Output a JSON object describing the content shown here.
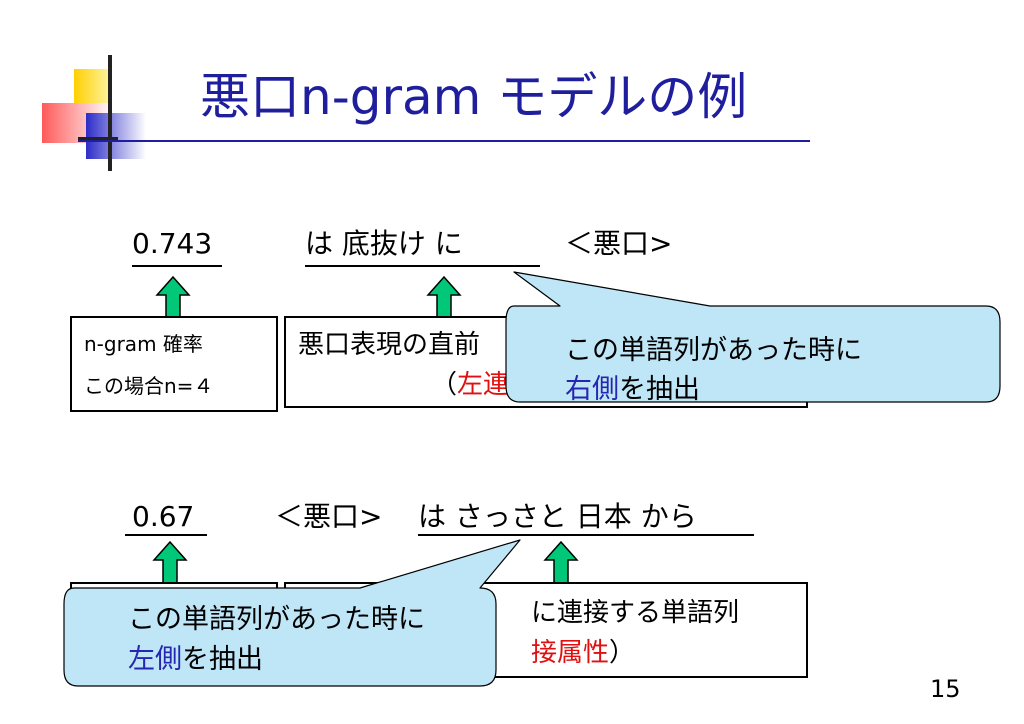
{
  "title": "悪口n-gram モデルの例",
  "example1": {
    "prob": "0.743",
    "words": "は 底抜け に",
    "tag": "＜悪口>",
    "ngram_line1": "n-gram 確率",
    "ngram_line2": "この場合n=４",
    "desc_line1": "悪口表現の直前",
    "desc_open": "（",
    "desc_red": "左連",
    "callout_line1": "この単語列があった時に",
    "callout_blue": "右側",
    "callout_rest": "を抽出"
  },
  "example2": {
    "prob": "0.67",
    "tag": "＜悪口>",
    "words": "は さっさと 日本 から",
    "desc_line1": "に連接する単語列",
    "desc_red": "接属性",
    "desc_close": "）",
    "callout_line1": "この単語列があった時に",
    "callout_blue": "左側",
    "callout_rest": "を抽出"
  },
  "page_number": "15",
  "colors": {
    "title": "#1f1f9e",
    "red": "#e01010",
    "blue": "#2626b0",
    "arrow": "#00c878",
    "callout_fill": "#bfe6f7"
  }
}
